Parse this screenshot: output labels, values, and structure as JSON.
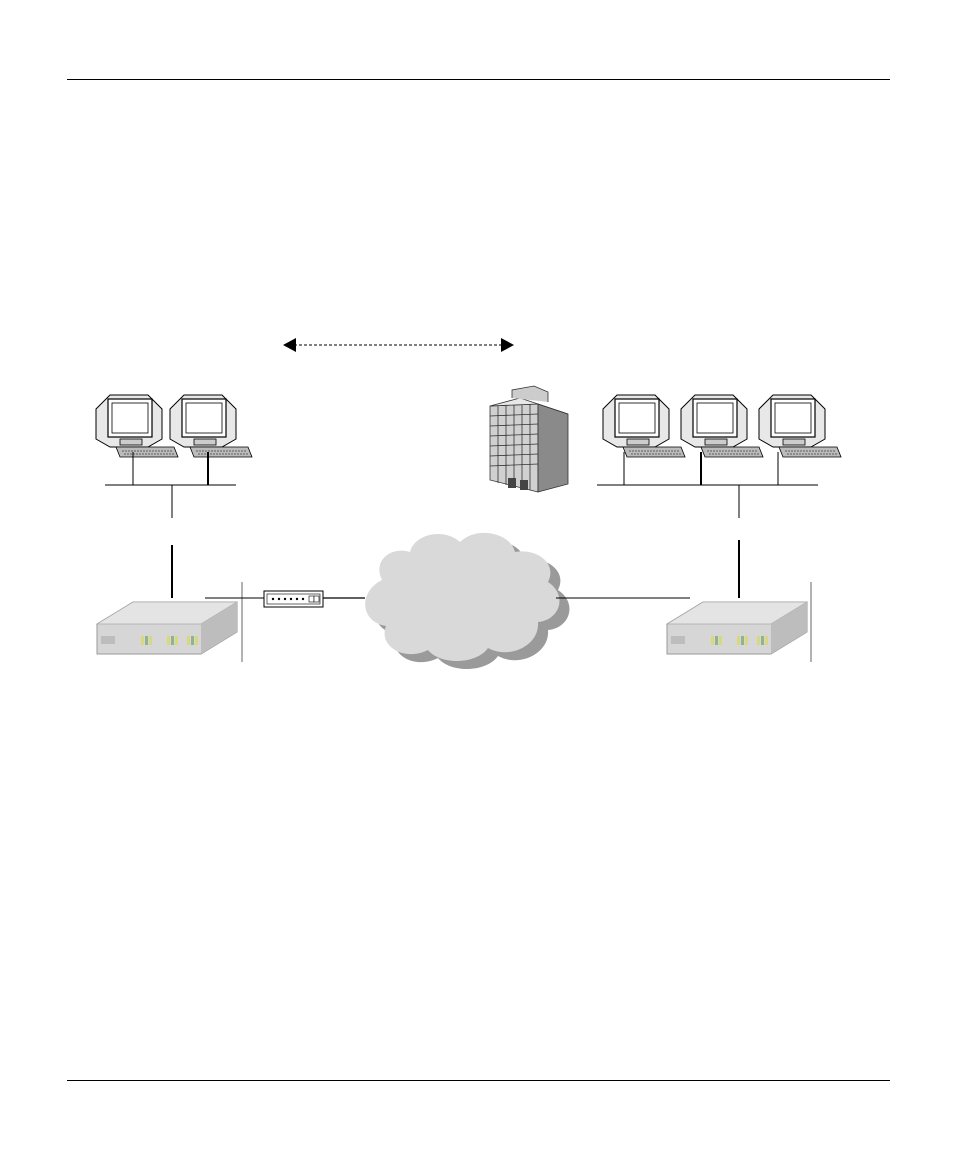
{
  "page": {
    "header_rule": true,
    "footer_rule": true
  },
  "diagram": {
    "connection_arrow": {
      "style": "dashed",
      "direction": "bidirectional"
    },
    "left_site": {
      "computers": 2,
      "icons": [
        "computer-icon",
        "computer-icon"
      ],
      "router_icon": "router-icon",
      "modem_icon": "modem-icon"
    },
    "center": {
      "cloud_icon": "internet-cloud-icon",
      "building_icon": "office-building-icon"
    },
    "right_site": {
      "computers": 3,
      "icons": [
        "computer-icon",
        "computer-icon",
        "computer-icon"
      ],
      "router_icon": "router-icon"
    },
    "colors": {
      "line": "#000000",
      "device_body": "#d6d6d6",
      "cloud_fill": "#d9d9d9",
      "cloud_shadow": "#9a9a9a",
      "building_face": "#c8c8c8"
    }
  }
}
